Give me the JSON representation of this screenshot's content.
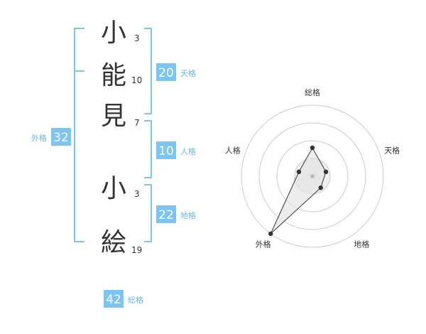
{
  "name": {
    "surname": [
      {
        "char": "小",
        "strokes": "3"
      },
      {
        "char": "能",
        "strokes": "10"
      },
      {
        "char": "見",
        "strokes": "7"
      }
    ],
    "given": [
      {
        "char": "小",
        "strokes": "3"
      },
      {
        "char": "絵",
        "strokes": "19"
      }
    ]
  },
  "fortunes": {
    "tenkaku": {
      "value": "20",
      "label": "天格"
    },
    "jinkaku": {
      "value": "10",
      "label": "人格"
    },
    "chikaku": {
      "value": "22",
      "label": "地格"
    },
    "gaikaku": {
      "value": "32",
      "label": "外格"
    },
    "soukaku": {
      "value": "42",
      "label": "総格"
    }
  },
  "radar": {
    "axes": [
      "総格",
      "天格",
      "地格",
      "外格",
      "人格"
    ],
    "values": [
      2,
      1,
      1,
      5,
      1
    ],
    "max": 5,
    "rings": 4
  },
  "colors": {
    "accent": "#7cc4f2",
    "bracket": "#7cc4f2",
    "text": "#333333",
    "label": "#66b8ee"
  }
}
